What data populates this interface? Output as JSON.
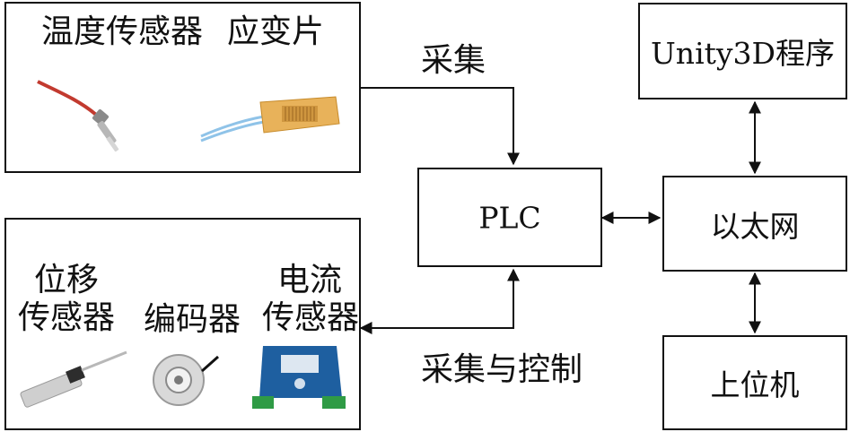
{
  "top_sensors": {
    "temperature": "温度传感器",
    "strain": "应变片"
  },
  "bottom_sensors": {
    "displacement_line1": "位移",
    "displacement_line2": "传感器",
    "encoder": "编码器",
    "current_line1": "电流",
    "current_line2": "传感器"
  },
  "plc": "PLC",
  "unity": "Unity3D程序",
  "ethernet": "以太网",
  "host": "上位机",
  "edges": {
    "collect": "采集",
    "collect_control": "采集与控制"
  }
}
